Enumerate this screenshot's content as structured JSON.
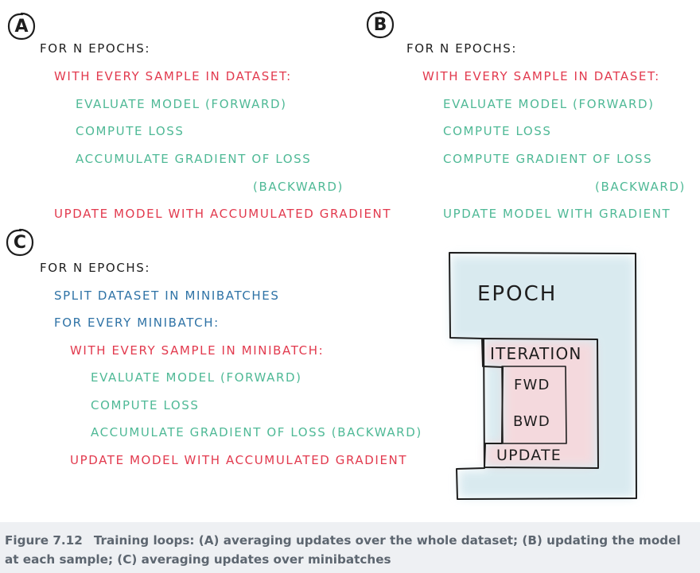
{
  "panel_a": {
    "label": "A",
    "lines": [
      "FOR N EPOCHS:",
      "WITH EVERY SAMPLE IN DATASET:",
      "EVALUATE MODEL (FORWARD)",
      "COMPUTE LOSS",
      "ACCUMULATE GRADIENT OF LOSS",
      "(BACKWARD)",
      "UPDATE MODEL WITH ACCUMULATED GRADIENT"
    ]
  },
  "panel_b": {
    "label": "B",
    "lines": [
      "FOR N EPOCHS:",
      "WITH EVERY SAMPLE IN DATASET:",
      "EVALUATE MODEL (FORWARD)",
      "COMPUTE LOSS",
      "COMPUTE GRADIENT OF LOSS",
      "(BACKWARD)",
      "UPDATE MODEL WITH GRADIENT"
    ]
  },
  "panel_c": {
    "label": "C",
    "lines": [
      "FOR N EPOCHS:",
      "SPLIT DATASET IN MINIBATCHES",
      "FOR EVERY MINIBATCH:",
      "WITH EVERY SAMPLE IN MINIBATCH:",
      "EVALUATE MODEL (FORWARD)",
      "COMPUTE LOSS",
      "ACCUMULATE GRADIENT OF LOSS (BACKWARD)",
      "UPDATE MODEL WITH ACCUMULATED GRADIENT"
    ]
  },
  "diagram": {
    "epoch": "EPOCH",
    "iteration": "ITERATION",
    "fwd": "FWD",
    "bwd": "BWD",
    "update": "UPDATE",
    "colors": {
      "epoch_fill": "#d7e9ef",
      "iteration_fill": "#f6d9dd"
    }
  },
  "caption": {
    "number": "Figure 7.12",
    "text": "Training loops: (A) averaging updates over the whole dataset; (B) updating the model at each sample; (C) averaging updates over minibatches"
  },
  "colors": {
    "black": "#1e1e1e",
    "red": "#e23a4e",
    "green": "#4fb996",
    "blue": "#2f73a6",
    "caption_bg": "#eef0f3",
    "caption_text": "#5d6670"
  }
}
